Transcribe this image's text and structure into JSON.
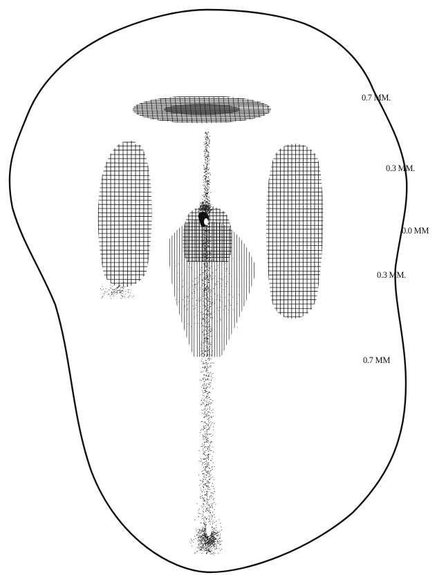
{
  "labels": {
    "l1": "0.7 MM.",
    "l2": "0.3 MM.",
    "l3": "0.0 MM",
    "l4": "0.3 MM.",
    "l5": "0.7 MM"
  },
  "colors": {
    "ink": "#111111",
    "stipple": "#222222",
    "background": "#ffffff"
  }
}
